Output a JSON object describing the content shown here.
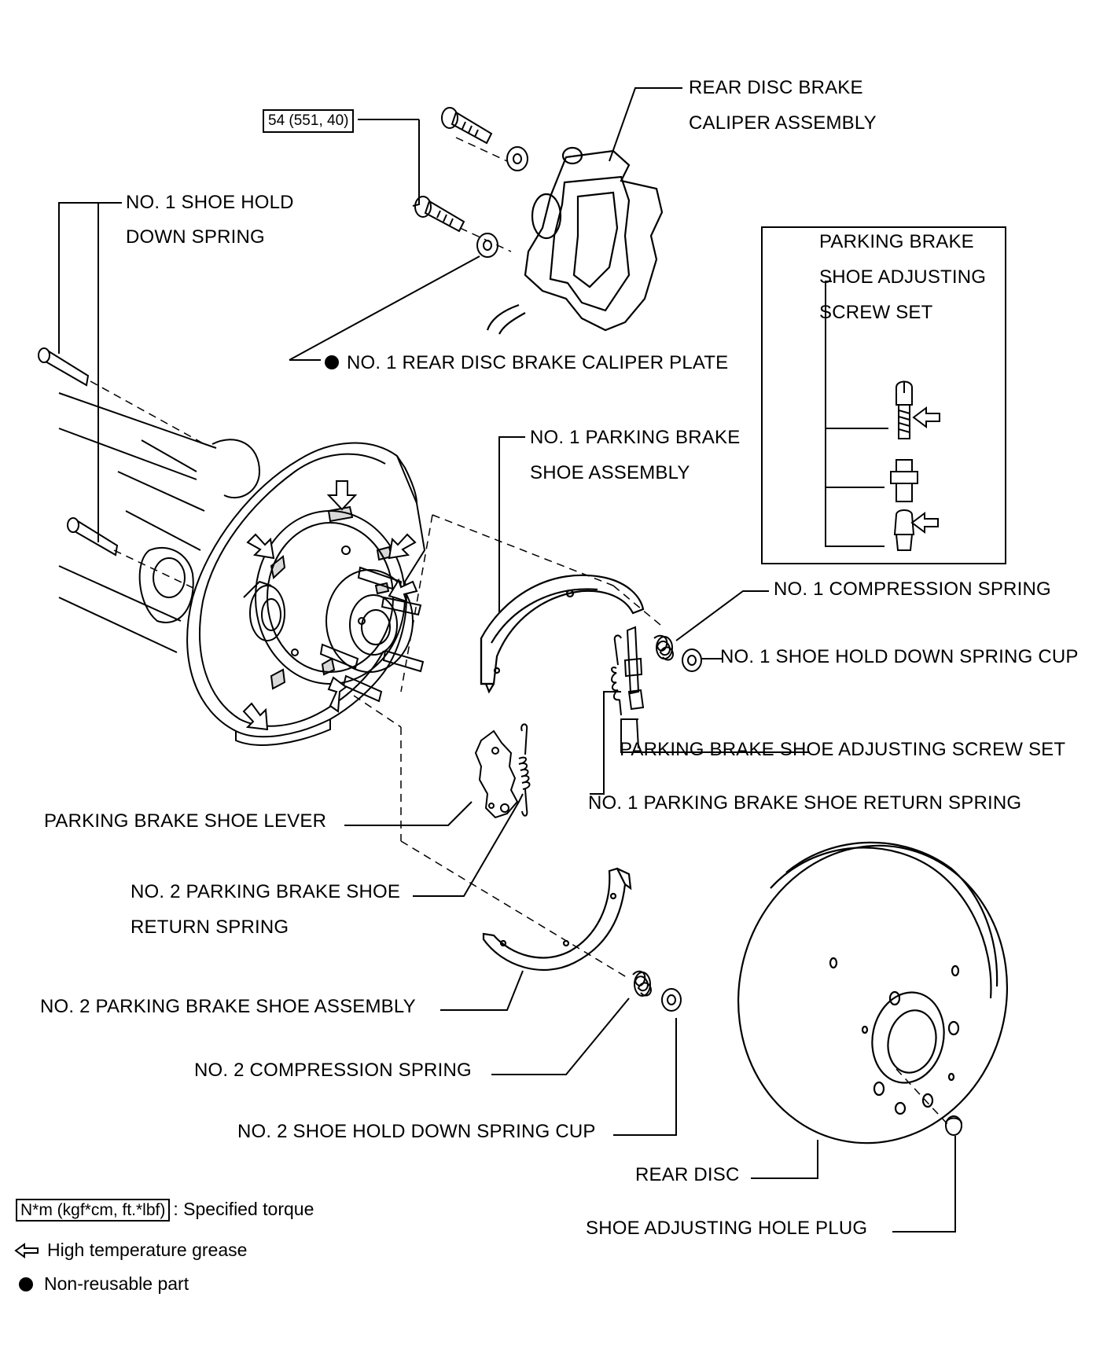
{
  "torque": {
    "value": "54 (551, 40)"
  },
  "labels": {
    "caliper_line1": "REAR DISC BRAKE",
    "caliper_line2": "CALIPER ASSEMBLY",
    "hold_spring1_line1": "NO. 1 SHOE HOLD",
    "hold_spring1_line2": "DOWN SPRING",
    "caliper_plate": "NO. 1 REAR DISC BRAKE CALIPER PLATE",
    "inset_line1": "PARKING BRAKE",
    "inset_line2": "SHOE ADJUSTING",
    "inset_line3": "SCREW SET",
    "shoe1_line1": "NO. 1 PARKING BRAKE",
    "shoe1_line2": "SHOE ASSEMBLY",
    "comp_spring1": "NO. 1 COMPRESSION SPRING",
    "cup1": "NO. 1 SHOE HOLD DOWN SPRING CUP",
    "adj_screw_set": "PARKING BRAKE SHOE ADJUSTING SCREW SET",
    "return_spring1": "NO. 1 PARKING BRAKE SHOE RETURN SPRING",
    "shoe_lever": "PARKING BRAKE SHOE LEVER",
    "return_spring2_line1": "NO. 2 PARKING BRAKE SHOE",
    "return_spring2_line2": "RETURN SPRING",
    "shoe2": "NO. 2 PARKING BRAKE SHOE ASSEMBLY",
    "comp_spring2": "NO. 2 COMPRESSION SPRING",
    "cup2": "NO. 2 SHOE HOLD DOWN SPRING CUP",
    "rear_disc": "REAR DISC",
    "hole_plug": "SHOE ADJUSTING HOLE PLUG"
  },
  "legend": {
    "torque_box": "N*m (kgf*cm, ft.*lbf)",
    "torque_text": ": Specified torque",
    "grease_text": "High temperature grease",
    "nonreusable_text": "Non-reusable part"
  }
}
